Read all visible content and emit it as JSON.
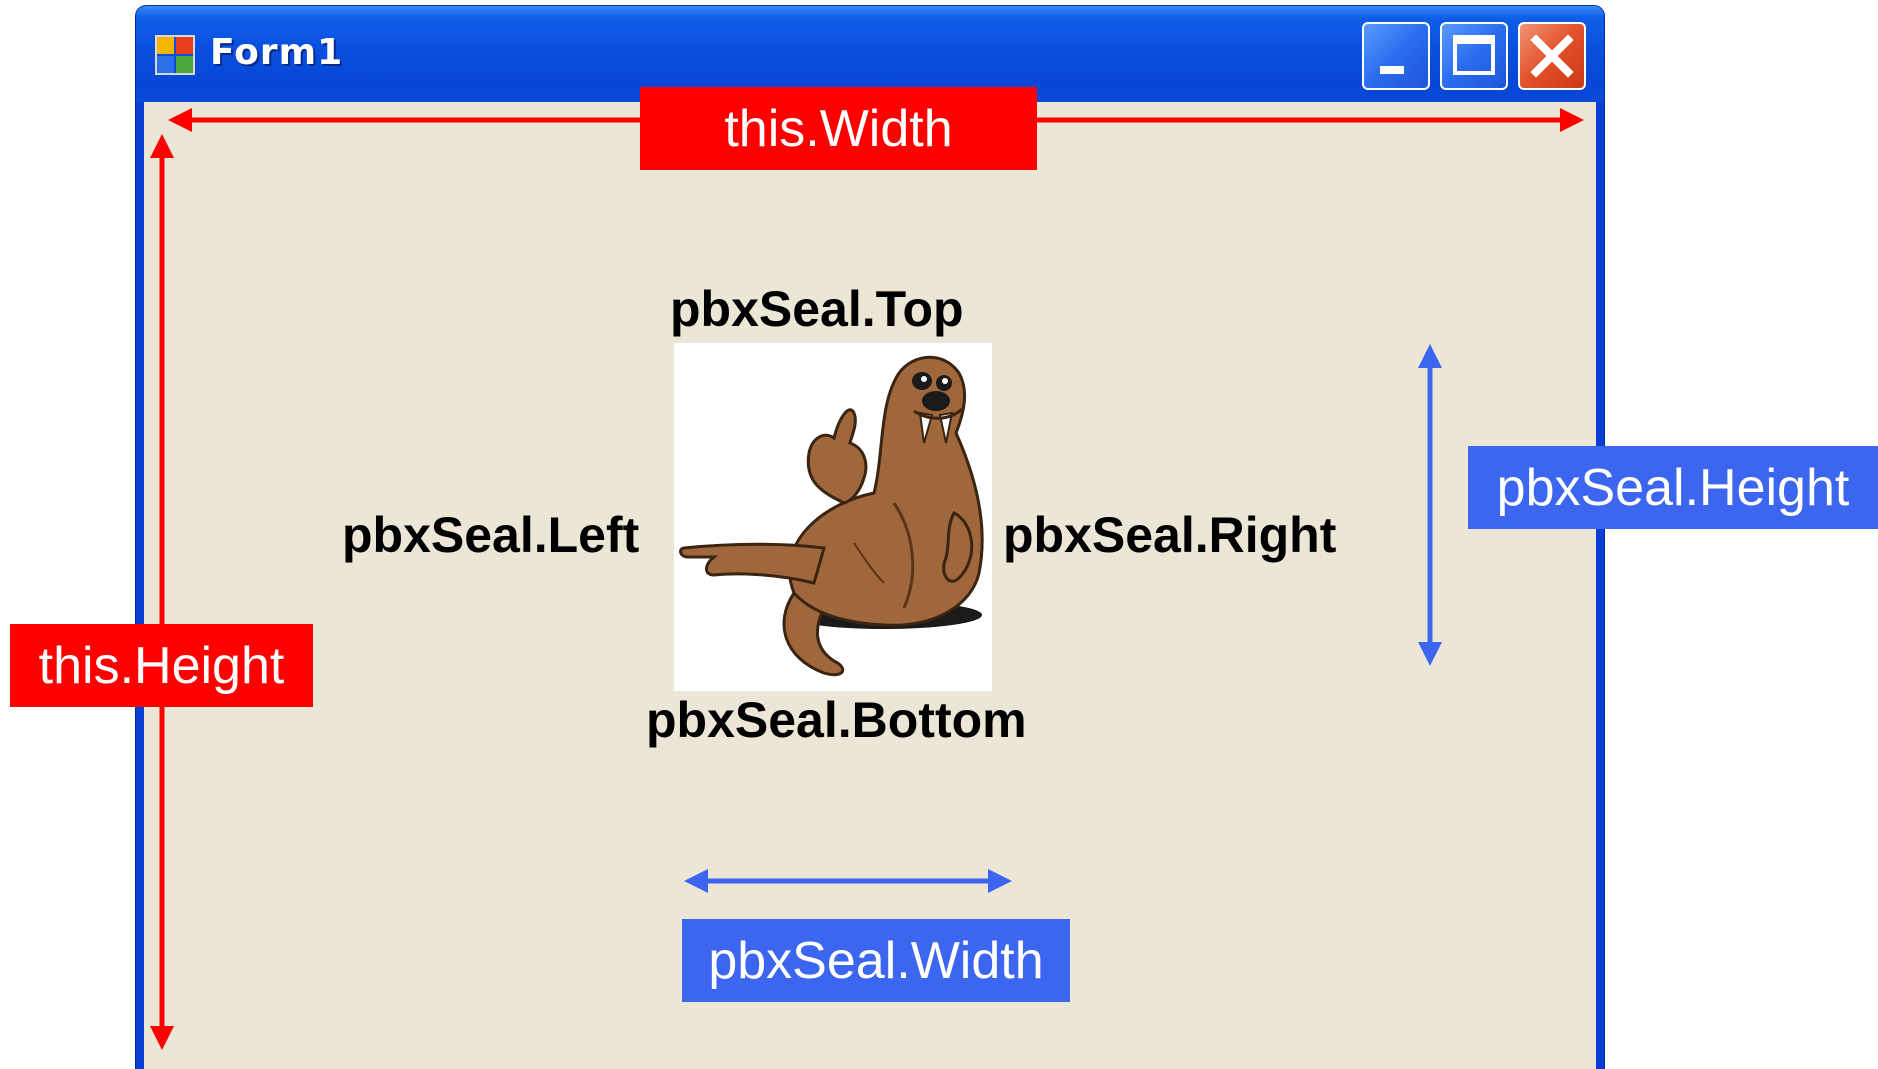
{
  "window": {
    "title": "Form1",
    "buttons": {
      "minimize": "minimize-icon",
      "maximize": "maximize-icon",
      "close": "close-icon"
    }
  },
  "labels": {
    "seal_top": "pbxSeal.Top",
    "seal_left": "pbxSeal.Left",
    "seal_right": "pbxSeal.Right",
    "seal_bottom": "pbxSeal.Bottom"
  },
  "tags": {
    "this_width": "this.Width",
    "this_height": "this.Height",
    "seal_height": "pbxSeal.Height",
    "seal_width": "pbxSeal.Width"
  },
  "picture": {
    "subject": "cartoon seal",
    "icon": "seal-picture"
  },
  "colors": {
    "form_dimension": "#ff0000",
    "control_dimension": "#3d66f0",
    "client_background": "#ece6d7",
    "title_bar": "#0a4fdf"
  }
}
